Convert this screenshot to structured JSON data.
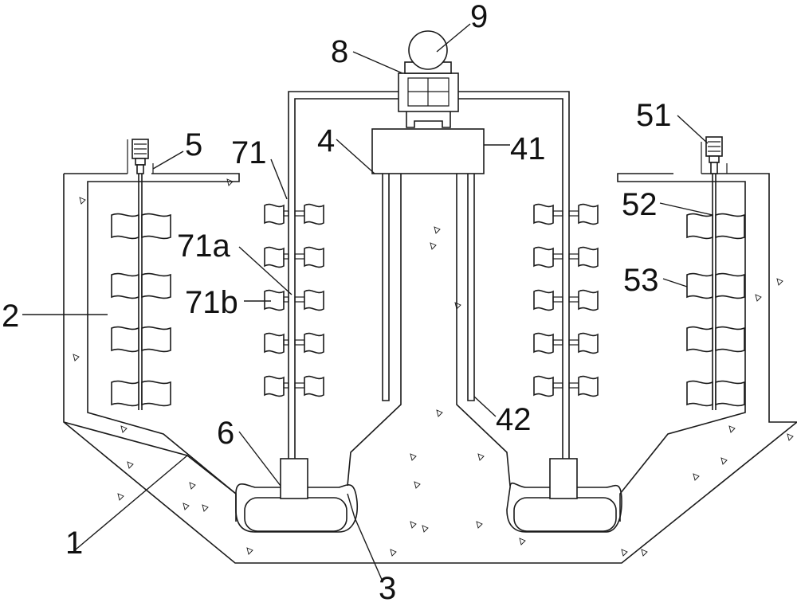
{
  "labels": {
    "l1": "1",
    "l2": "2",
    "l3": "3",
    "l4": "4",
    "l41": "41",
    "l42": "42",
    "l5": "5",
    "l51": "51",
    "l52": "52",
    "l53": "53",
    "l6": "6",
    "l71": "71",
    "l71a": "71a",
    "l71b": "71b",
    "l8": "8",
    "l9": "9"
  },
  "colors": {
    "line": "#1a1a1a",
    "background": "#ffffff"
  }
}
